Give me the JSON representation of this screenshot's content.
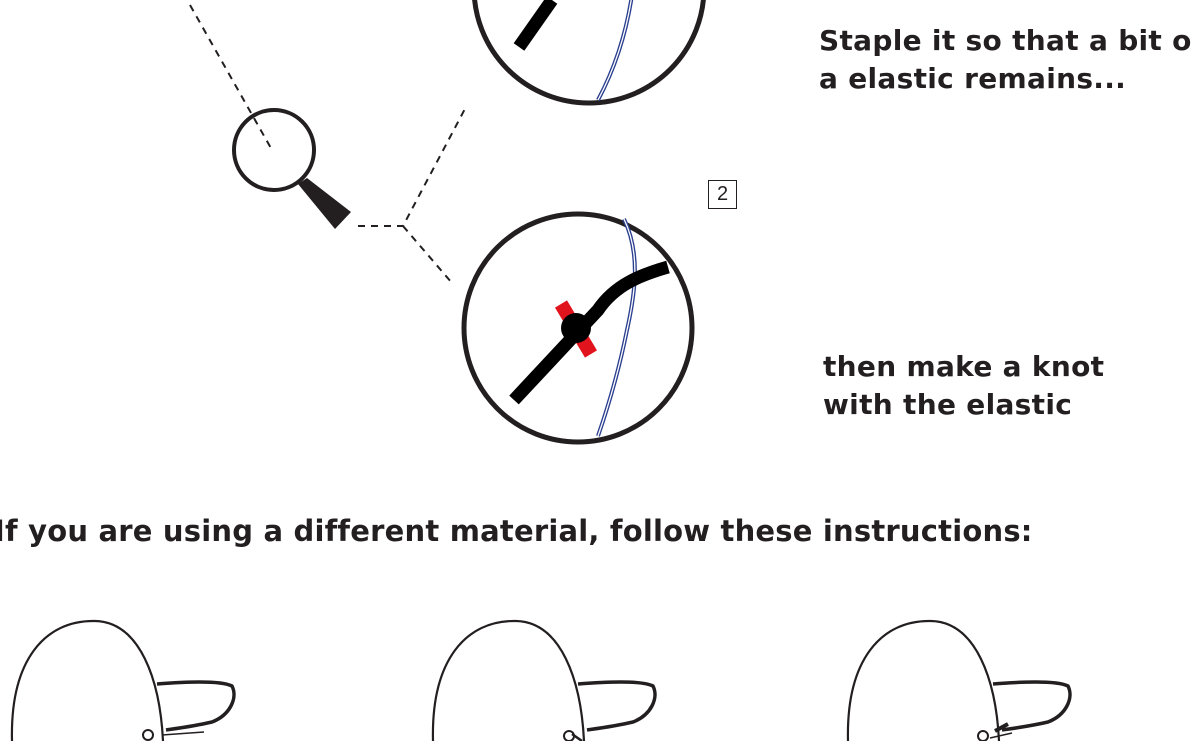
{
  "captions": {
    "staple": {
      "line1": "Staple it so that a bit of",
      "line2": "a elastic remains..."
    },
    "knot": {
      "line1": "then make a knot",
      "line2": "with the elastic"
    }
  },
  "step_number": "2",
  "instructions_heading": "If you are using a different material, follow these instructions:",
  "colors": {
    "ink": "#231f20",
    "staple": "#e1141e",
    "thread": "#2b3f8f"
  },
  "icons": [
    "magnifier-icon",
    "zoom-circle-staple",
    "zoom-circle-knot",
    "head-mask-sketch"
  ]
}
